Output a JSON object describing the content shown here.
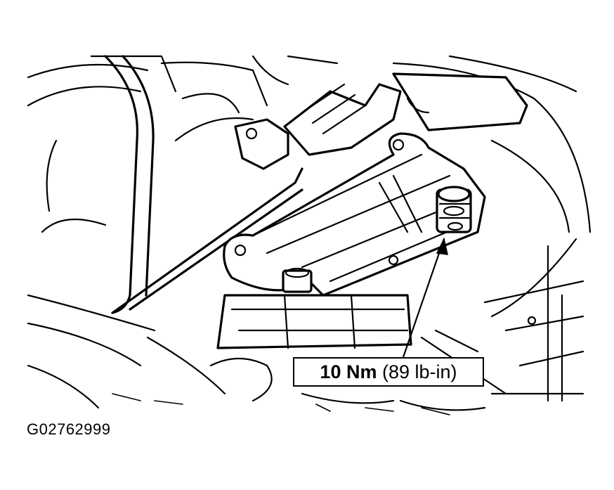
{
  "callout": {
    "value": "10",
    "unit": "Nm",
    "imperial": "(89 lb-in)"
  },
  "figure_id": "G02762999",
  "colors": {
    "ink": "#000000",
    "paper": "#ffffff"
  }
}
